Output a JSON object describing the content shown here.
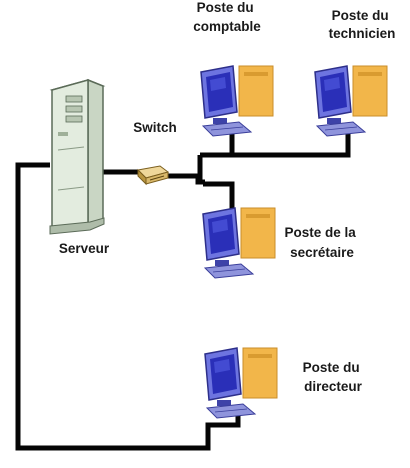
{
  "labels": {
    "comptable": [
      "Poste du",
      "comptable"
    ],
    "technicien": [
      "Poste du",
      "technicien"
    ],
    "switch": "Switch",
    "serveur": "Serveur",
    "secretaire": [
      "Poste de la",
      "secrétaire"
    ],
    "directeur": [
      "Poste du",
      "directeur"
    ]
  },
  "colors": {
    "cable": "#050505",
    "server_body": "#e3ecdf",
    "server_outline": "#5b6b58",
    "monitor_screen": "#2a2fb8",
    "monitor_frame": "#6d74e0",
    "tower": "#f2b64a",
    "keyboard": "#8f94dc",
    "switch_body": "#d9b86a"
  }
}
